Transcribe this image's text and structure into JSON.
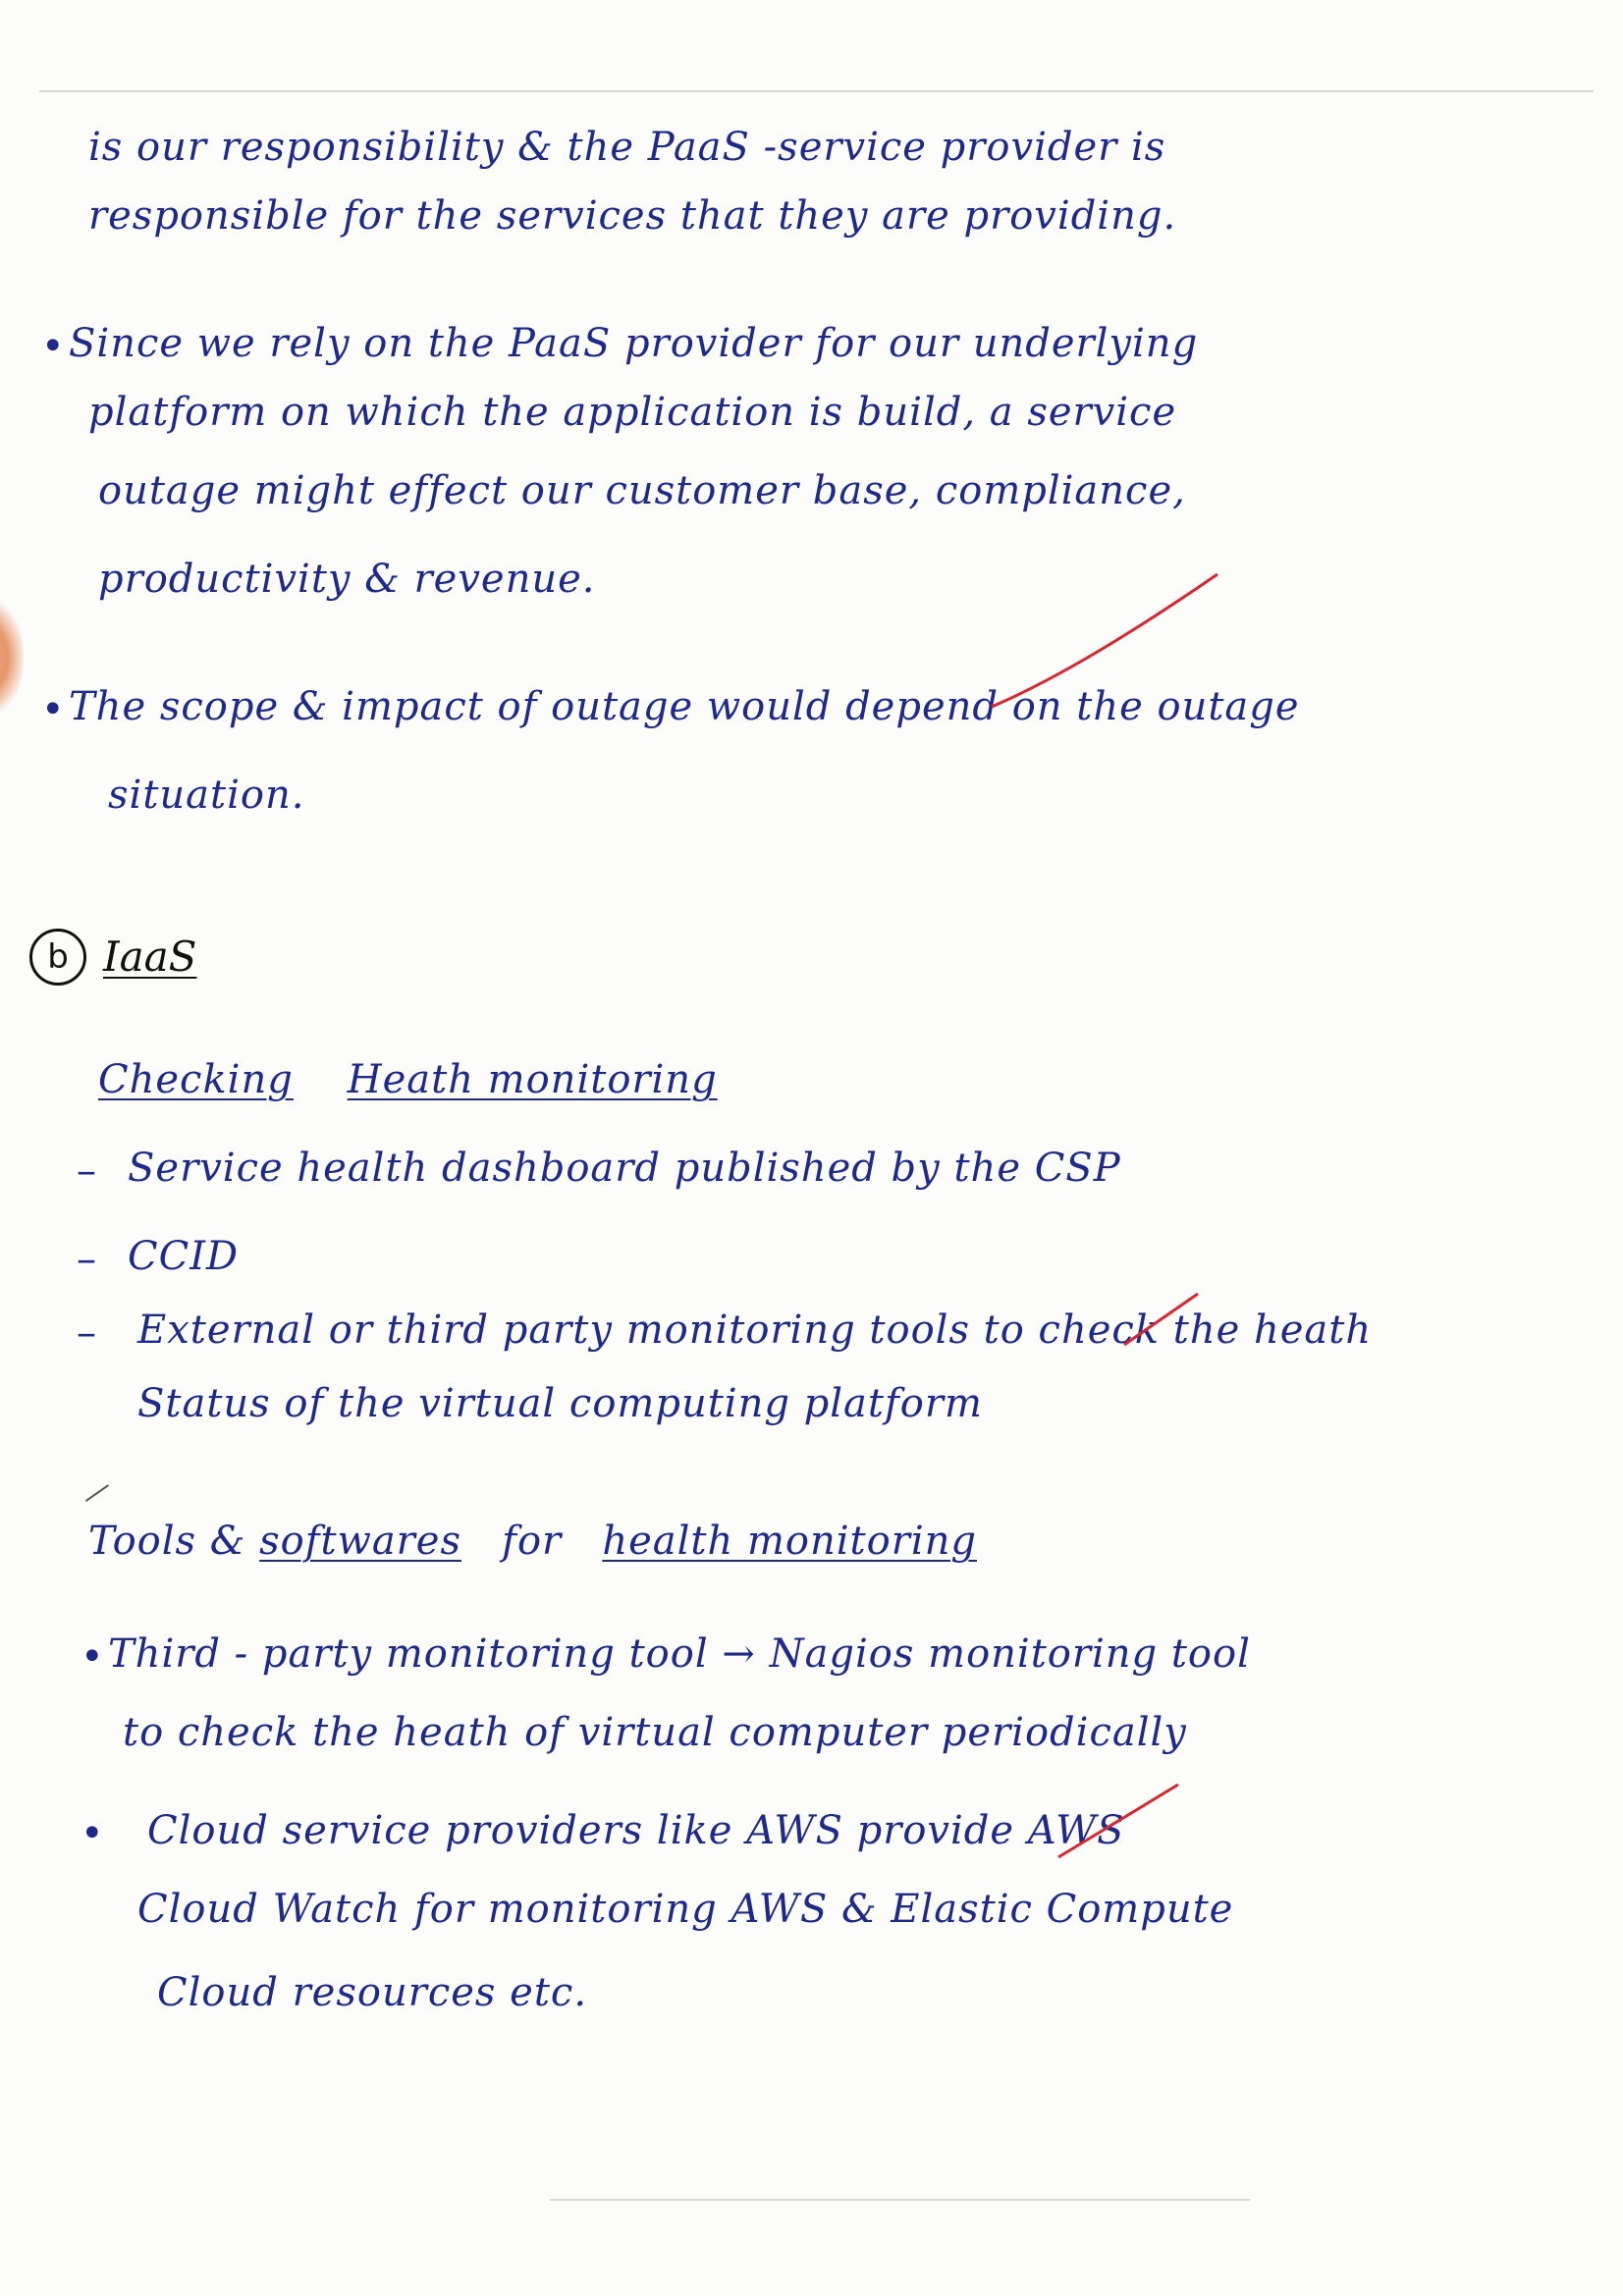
{
  "notes": {
    "para1": {
      "line1": "is  our  responsibility   &   the   PaaS -service  provider  is",
      "line2": "responsible  for  the  services  that  they  are  providing."
    },
    "bullet1": {
      "line1": "Since  we  rely  on  the  PaaS  provider  for  our  underlying",
      "line2": "platform   on  which  the  application  is  build,  a  service",
      "line3": "outage    might   effect   our   customer  base,  compliance,",
      "line4": "productivity   &  revenue."
    },
    "bullet2": {
      "line1": "The  scope  &  impact  of  outage   would  depend  on  the  outage",
      "line2": "situation."
    },
    "section_b": {
      "marker": "b",
      "title": "IaaS",
      "subheading": {
        "part1": "Checking",
        "part2": "Heath monitoring"
      },
      "dash_items": [
        "Service    health dashboard    published   by   the  CSP",
        "CCID",
        "External  or  third  party  monitoring  tools  to check  the  heath",
        "Status  of  the  virtual  computing  platform"
      ],
      "tools_heading": {
        "part1": "Tools  &",
        "part2": "softwares",
        "part3": "for",
        "part4": "health  monitoring"
      },
      "tool_bullets": [
        {
          "line1": "Third - party  monitoring   tool  →  Nagios   monitoring  tool",
          "line2": "to  check   the  heath  of   virtual  computer  periodically"
        },
        {
          "line1": "Cloud   service   providers   like   AWS   provide  AWS",
          "line2": "Cloud  Watch  for   monitoring   AWS   &  Elastic  Compute",
          "line3": "Cloud   resources  etc."
        }
      ]
    },
    "bullet_glyph": "•",
    "dash_glyph": "–"
  },
  "colors": {
    "ink": "#1d2a8c",
    "dark_ink": "#111111",
    "correction": "#d8272f"
  }
}
